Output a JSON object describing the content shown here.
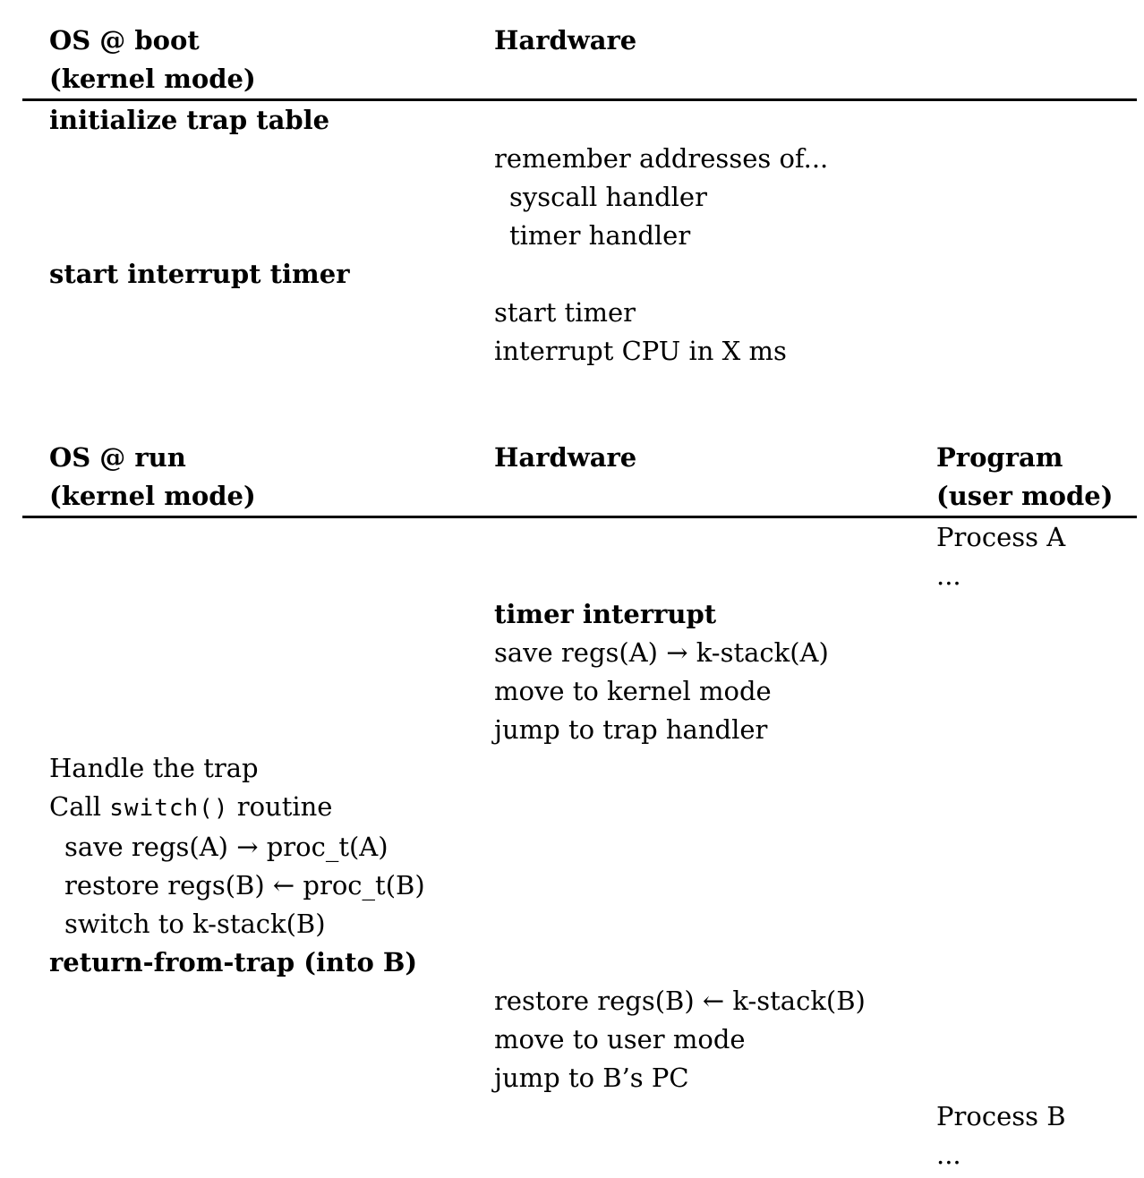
{
  "colors": {
    "background": "#ffffff",
    "text": "#000000",
    "rule": "#000000"
  },
  "tables": [
    {
      "name": "boot-protocol",
      "columns": [
        {
          "lines": [
            "OS @ boot",
            "(kernel mode)"
          ]
        },
        {
          "lines": [
            "Hardware"
          ]
        },
        {
          "lines": []
        }
      ],
      "rows": [
        {
          "col": 0,
          "text": "initialize trap table",
          "bold": true
        },
        {
          "col": 1,
          "text": "remember addresses of..."
        },
        {
          "col": 1,
          "text": "syscall handler",
          "indent": true
        },
        {
          "col": 1,
          "text": "timer handler",
          "indent": true
        },
        {
          "col": 0,
          "text": "start interrupt timer",
          "bold": true
        },
        {
          "col": 1,
          "text": "start timer"
        },
        {
          "col": 1,
          "text": "interrupt CPU in X ms"
        }
      ]
    },
    {
      "name": "run-protocol",
      "columns": [
        {
          "lines": [
            "OS @ run",
            "(kernel mode)"
          ]
        },
        {
          "lines": [
            "Hardware"
          ]
        },
        {
          "lines": [
            "Program",
            "(user mode)"
          ]
        }
      ],
      "rows": [
        {
          "col": 2,
          "text": "Process A"
        },
        {
          "col": 2,
          "text": "..."
        },
        {
          "col": 1,
          "text": "timer interrupt",
          "bold": true
        },
        {
          "col": 1,
          "text": "save regs(A) → k-stack(A)"
        },
        {
          "col": 1,
          "text": "move to kernel mode"
        },
        {
          "col": 1,
          "text": "jump to trap handler"
        },
        {
          "col": 0,
          "text": "Handle the trap"
        },
        {
          "col": 0,
          "segments": [
            {
              "t": "Call "
            },
            {
              "t": "switch()",
              "mono": true
            },
            {
              "t": " routine"
            }
          ]
        },
        {
          "col": 0,
          "text": "save regs(A) → proc_t(A)",
          "indent": true
        },
        {
          "col": 0,
          "text": "restore regs(B) ← proc_t(B)",
          "indent": true
        },
        {
          "col": 0,
          "text": "switch to k-stack(B)",
          "indent": true
        },
        {
          "col": 0,
          "text": "return-from-trap (into B)",
          "bold": true
        },
        {
          "col": 1,
          "text": "restore regs(B) ← k-stack(B)"
        },
        {
          "col": 1,
          "text": "move to user mode"
        },
        {
          "col": 1,
          "text": "jump to B’s PC"
        },
        {
          "col": 2,
          "text": "Process B"
        },
        {
          "col": 2,
          "text": "..."
        }
      ]
    }
  ]
}
